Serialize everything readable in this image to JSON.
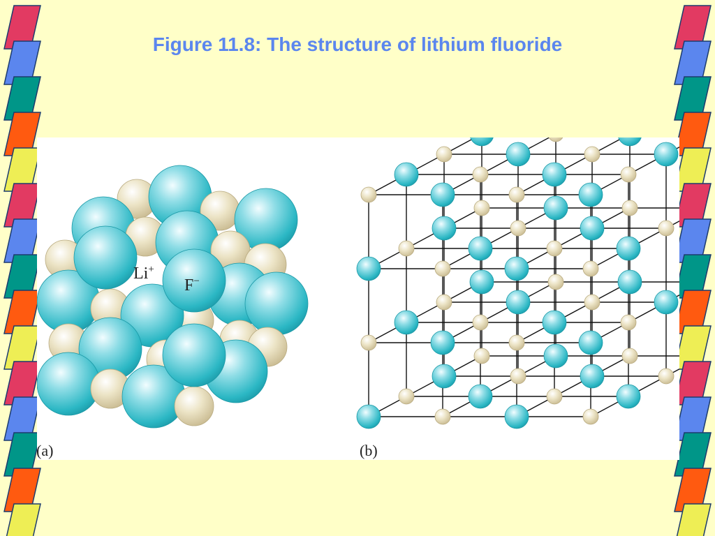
{
  "slide": {
    "title": "Figure 11.8: The structure of lithium fluoride"
  },
  "figure": {
    "panel_a": {
      "caption": "(a)",
      "cation_label": "Li",
      "cation_charge": "+",
      "anion_label": "F",
      "anion_charge": "−"
    },
    "panel_b": {
      "caption": "(b)"
    }
  },
  "colors": {
    "background": "#ffffc8",
    "title": "#5b86ee",
    "fluoride_ion": "#2bb7c4",
    "lithium_ion": "#d9cfa8",
    "lattice_line": "#111111",
    "strip_palette": [
      "#e23a62",
      "#5b86ee",
      "#009688",
      "#ff5a10",
      "#eeee55"
    ]
  },
  "icons": {
    "strip_shape": "parallelogram-decoration"
  }
}
